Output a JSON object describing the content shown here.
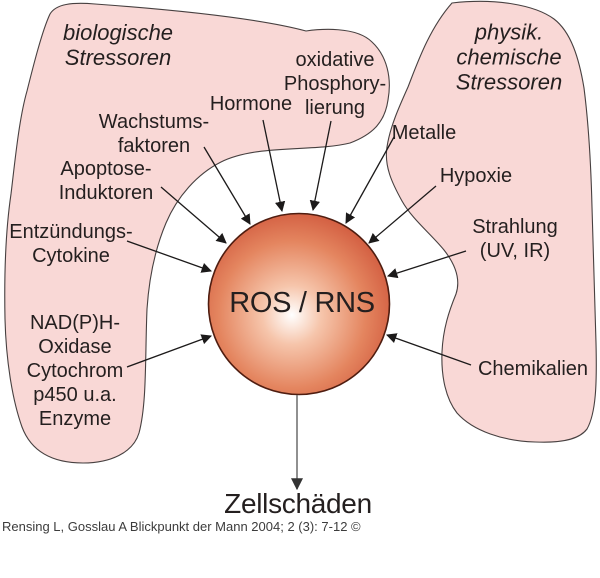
{
  "colors": {
    "background": "#ffffff",
    "blob_fill": "#f9d8d6",
    "blob_outline": "#474040",
    "arrow": "#1c1a1a",
    "output_arrow": "#6a6a6a",
    "text": "#241f1f",
    "citation_color": "#3c3c3c",
    "sphere_outline": "#4f1d10",
    "sphere_gradient": [
      "#ffffff",
      "#f6c5ab",
      "#e4855f",
      "#cd5238",
      "#c2452e"
    ]
  },
  "groups": {
    "biological": {
      "title": "biologische\nStressoren",
      "items": [
        "Wachstums-\nfaktoren",
        "Apoptose-\nInduktoren",
        "Hormone",
        "oxidative\nPhosphory-\nlierung",
        "Entzündungs-\nCytokine",
        "NAD(P)H-\nOxidase\nCytochrom\np450 u.a.\nEnzyme"
      ]
    },
    "physico_chemical": {
      "title": "physik.\nchemische\nStressoren",
      "items": [
        "Metalle",
        "Hypoxie",
        "Strahlung\n(UV, IR)",
        "Chemikalien"
      ]
    }
  },
  "center": {
    "label": "ROS / RNS"
  },
  "outcome": {
    "label": "Zellschäden"
  },
  "citation": "Rensing L, Gosslau A Blickpunkt der Mann 2004; 2 (3): 7-12 ©"
}
